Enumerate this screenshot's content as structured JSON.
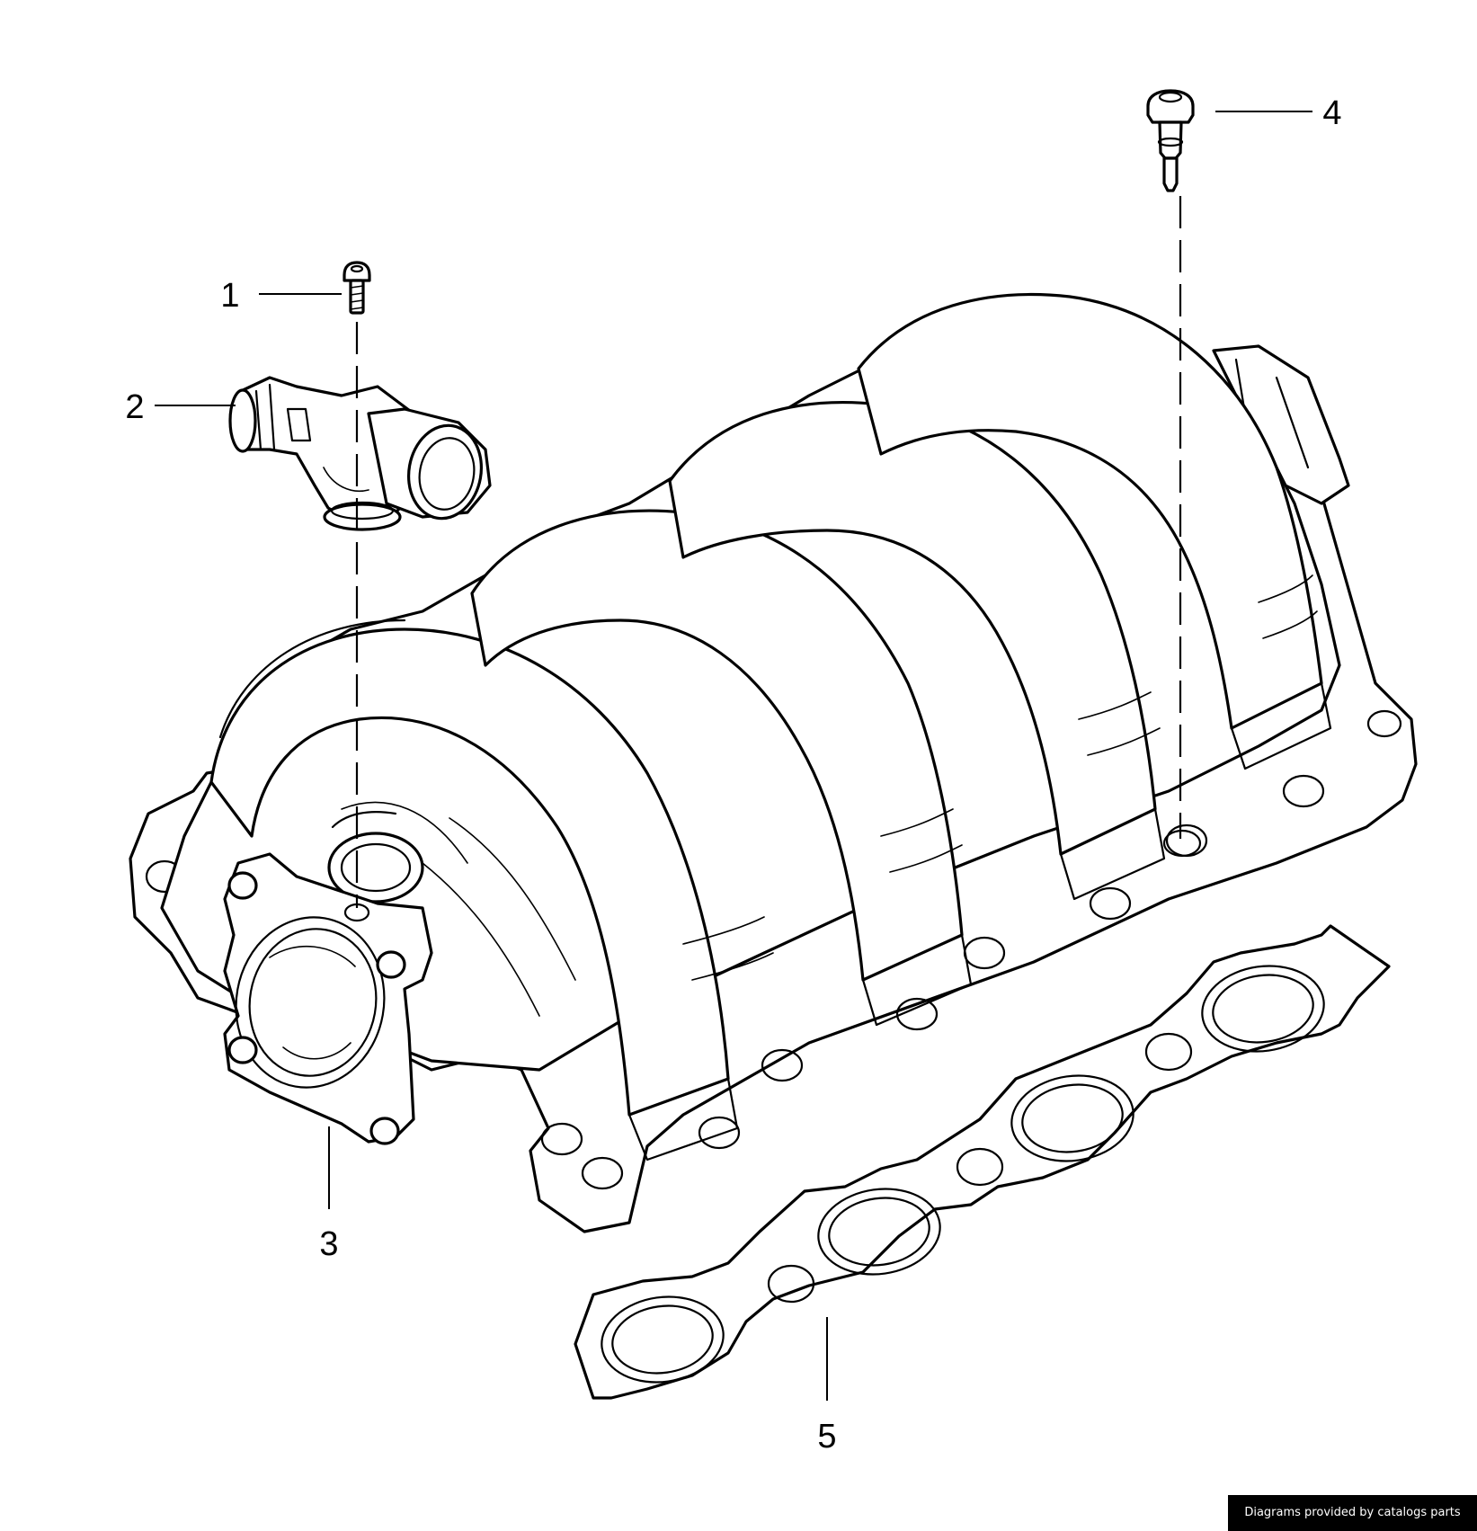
{
  "diagram": {
    "callouts": [
      {
        "id": "1",
        "label": "1"
      },
      {
        "id": "2",
        "label": "2"
      },
      {
        "id": "3",
        "label": "3"
      },
      {
        "id": "4",
        "label": "4"
      },
      {
        "id": "5",
        "label": "5"
      }
    ],
    "parts": [
      {
        "callout": "1",
        "kind": "screw"
      },
      {
        "callout": "2",
        "kind": "hose-connector-elbow"
      },
      {
        "callout": "3",
        "kind": "intake-manifold"
      },
      {
        "callout": "4",
        "kind": "shoulder-bolt"
      },
      {
        "callout": "5",
        "kind": "manifold-gasket"
      }
    ],
    "credit": "Diagrams provided by catalogs parts",
    "colors": {
      "line": "#000000",
      "background": "#ffffff",
      "credit_background": "#000000",
      "credit_text": "#ffffff"
    }
  }
}
